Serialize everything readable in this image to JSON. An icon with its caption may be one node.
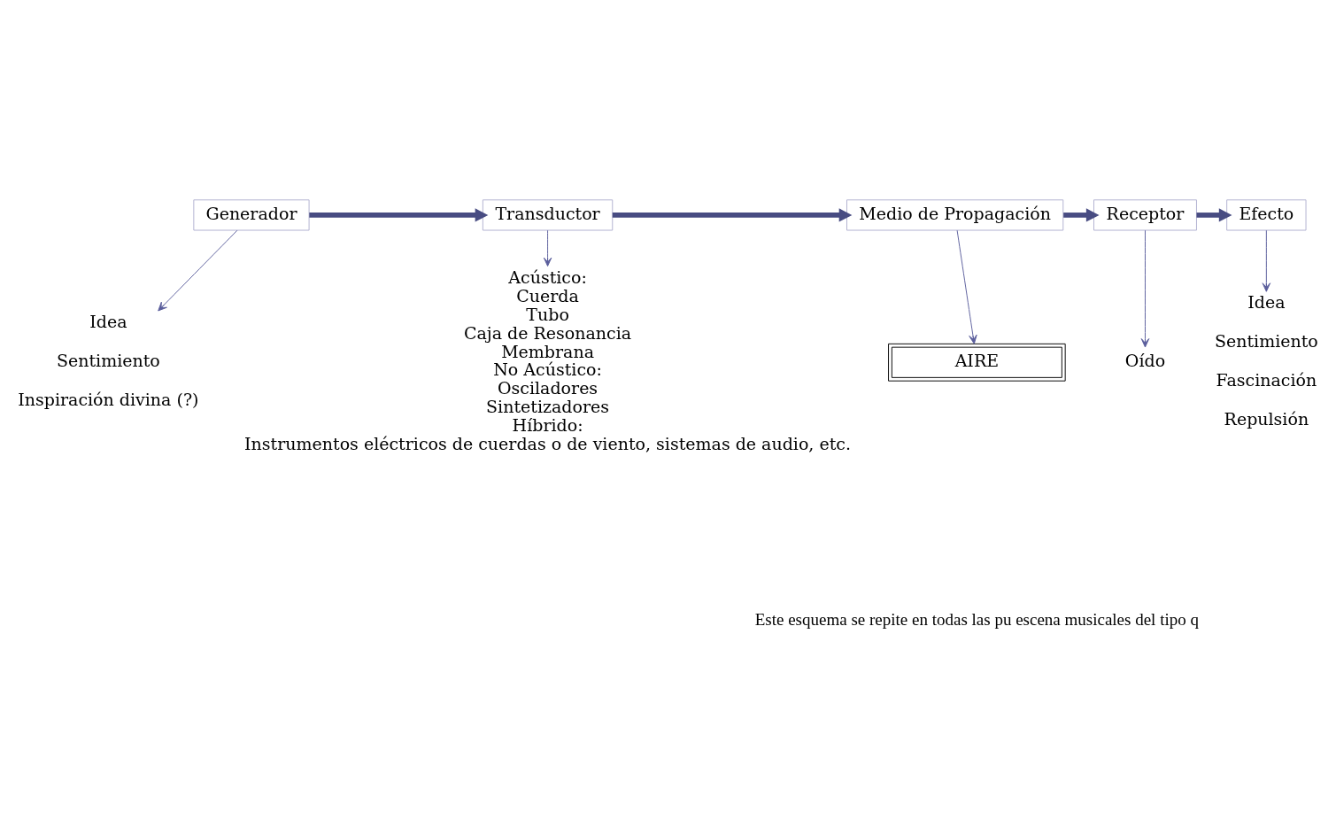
{
  "diagram": {
    "nodes": [
      {
        "text": [
          "Generador"
        ]
      },
      {
        "text": [
          "Transductor"
        ]
      },
      {
        "text": [
          "Medio de Propagación"
        ]
      },
      {
        "text": [
          "Receptor"
        ]
      },
      {
        "text": [
          "Efecto"
        ]
      },
      {
        "text": [
          "Idea",
          "Sentimiento",
          "Inspiración divina (?)"
        ]
      },
      {
        "text": [
          "Acústico:",
          "Cuerda",
          "Tubo",
          "Caja de Resonancia",
          "Membrana",
          "No Acústico:",
          "Osciladores",
          "Sintetizadores",
          "Híbrido:",
          "Instrumentos eléctricos de cuerdas o de viento, sistemas de audio, etc."
        ]
      },
      {
        "text": [
          "AIRE"
        ]
      },
      {
        "text": [
          "Oído"
        ]
      },
      {
        "text": [
          "Idea",
          "Sentimiento",
          "Fascinación",
          "Repulsión"
        ]
      }
    ],
    "edges": [
      {
        "from": 0,
        "to": 1,
        "arrow": "to",
        "style": "thick",
        "color": "#484c82"
      },
      {
        "from": 1,
        "to": 2,
        "arrow": "to",
        "style": "thick",
        "color": "#484c82"
      },
      {
        "from": 2,
        "to": 3,
        "arrow": "to",
        "style": "thick",
        "color": "#484c82"
      },
      {
        "from": 3,
        "to": 4,
        "arrow": "to",
        "style": "thick",
        "color": "#484c82"
      },
      {
        "from": 0,
        "to": 5,
        "arrow": "to"
      },
      {
        "from": 1,
        "to": 6,
        "arrow": "to"
      },
      {
        "from": 2,
        "to": 7,
        "arrow": "to"
      },
      {
        "from": 3,
        "to": 8,
        "arrow": "to"
      },
      {
        "from": 4,
        "to": 9,
        "arrow": "to"
      }
    ],
    "labels": [
      "Este esquema se repite en todas las pu escena musicales del tipo q"
    ]
  }
}
